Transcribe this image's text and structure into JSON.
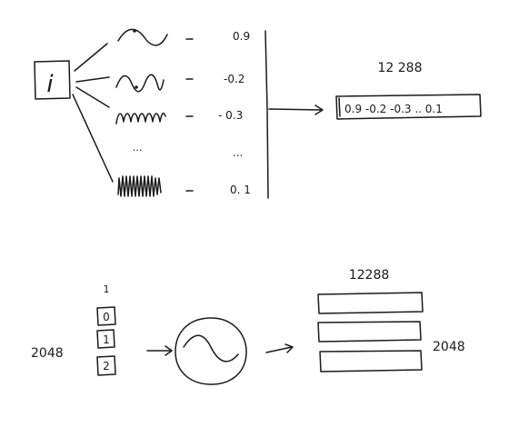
{
  "top": {
    "index_symbol": "i",
    "values": [
      "0.9",
      "-0.2",
      "- 0.3",
      "...",
      "0. 1"
    ],
    "vector_dim_label": "12 288",
    "vector_contents": "0.9  -0.2  -0.3 ..  0.1",
    "ellipsis_wave": "..."
  },
  "bottom": {
    "top_dim_label": "1",
    "left_dim_label": "2048",
    "tokens": [
      "0",
      "1",
      "2"
    ],
    "output_dim_label": "12288",
    "right_dim_label": "2048"
  }
}
